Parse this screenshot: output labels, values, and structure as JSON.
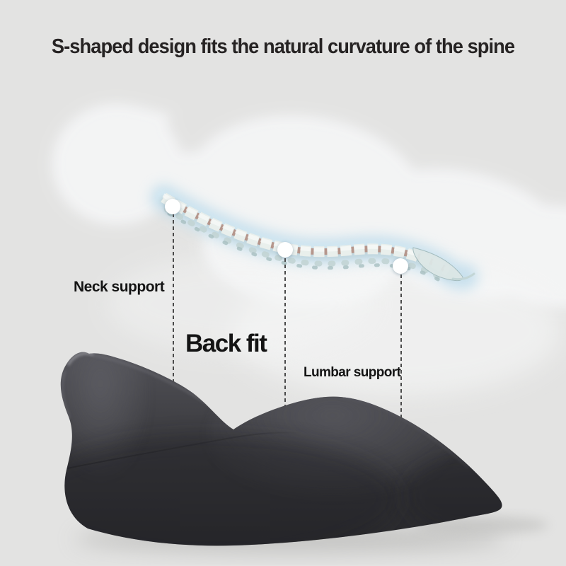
{
  "title": "S-shaped design fits the natural curvature of the spine",
  "callouts": {
    "neck": {
      "label": "Neck support"
    },
    "back": {
      "label": "Back fit"
    },
    "lumbar": {
      "label": "Lumbar support"
    }
  },
  "graphics": {
    "body": "reclining-person-silhouette",
    "spine": "spine-illustration",
    "product": "s-shaped-cervical-lumbar-pillow"
  },
  "colors": {
    "background": "#e3e3e2",
    "title_text": "#262323",
    "label_text": "#141414",
    "callout_line": "#4a4a4a",
    "callout_dot": "#ffffff",
    "body_silhouette": "#f4f5f6",
    "spine_glow": "#a9d2e8",
    "spine_bone": "#e9efec",
    "spine_disc": "#b5968c",
    "pillow_base": "#3c3c40"
  }
}
